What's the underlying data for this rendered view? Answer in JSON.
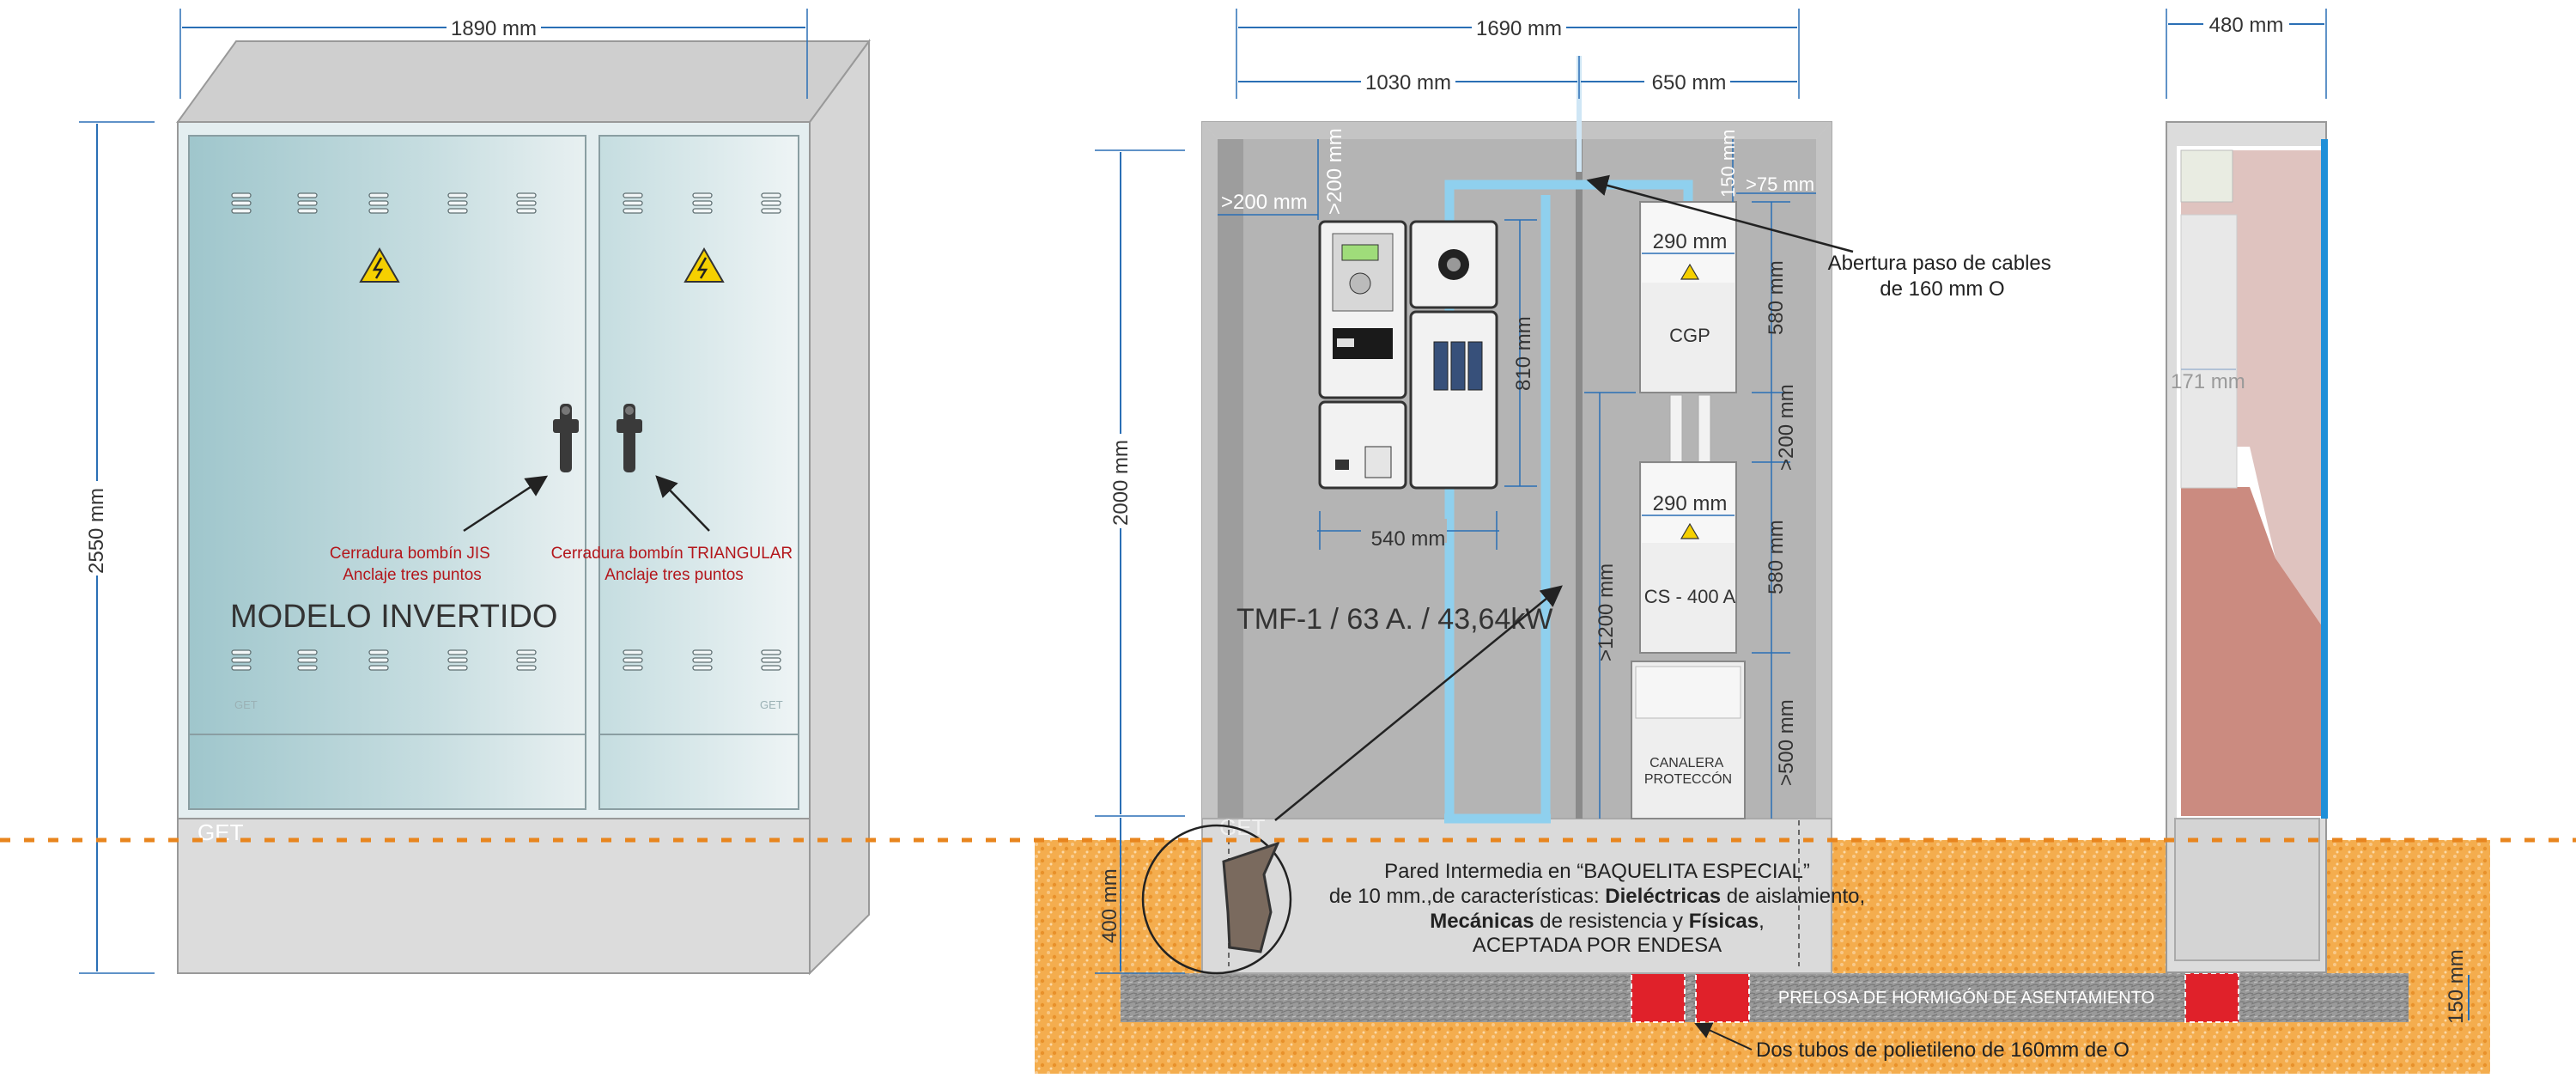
{
  "front": {
    "width_label": "1890 mm",
    "height_label": "2550 mm",
    "title": "MODELO INVERTIDO",
    "lock_left": [
      "Cerradura bombín JIS",
      "Anclaje tres puntos"
    ],
    "lock_right": [
      "Cerradura bombín TRIANGULAR",
      "Anclaje tres puntos"
    ],
    "brand_small": "GET",
    "brand_base": "GET"
  },
  "interior": {
    "total_width": "1690 mm",
    "left_width": "1030 mm",
    "right_width": "650 mm",
    "height_2000": "2000 mm",
    "height_400": "400 mm",
    "top_gap": ">200 mm",
    "side_gap": ">200 mm",
    "meter_height": "810 mm",
    "meter_width": "540 mm",
    "gap_150": "150 mm",
    "gap_75": ">75 mm",
    "cgp_width": "290 mm",
    "cgp_height": "580 mm",
    "cgp_label": "CGP",
    "mid_gap": ">200 mm",
    "cs_width": "290 mm",
    "cs_height": "580 mm",
    "cs_label": "CS - 400 A",
    "channel_height": ">1200 mm",
    "canal_gap": ">500 mm",
    "canalera_lines": [
      "CANALERA",
      "PROTECCÓN"
    ],
    "tmf_label": "TMF-1 / 63 A. / 43,64kW",
    "brand_base": "GET",
    "opening_note": [
      "Abertura paso de cables",
      "de 160 mm O"
    ]
  },
  "wall_note": {
    "line1": "Pared Intermedia en “BAQUELITA ESPECIAL”",
    "line2a": "de 10 mm.,de características: ",
    "line2b": "Dieléctricas",
    "line2c": " de aislamiento,",
    "line3a": "Mecánicas",
    "line3b": " de resistencia y ",
    "line3c": "Físicas",
    "line3d": ",",
    "line4": "ACEPTADA POR ENDESA"
  },
  "ground": {
    "slab_label": "PRELOSA DE HORMIGÓN DE ASENTAMIENTO",
    "tubes_label": "Dos tubos de polietileno de 160mm de O",
    "slab_height": "150 mm"
  },
  "side": {
    "depth": "480 mm",
    "inner_depth": "171 mm"
  },
  "colors": {
    "dimension": "#2a6fb5",
    "cable_channel": "#8fd0ee",
    "ground_sand": "#f2a341",
    "ground_line": "#e8851e",
    "tube_red": "#e0212a",
    "warning_yellow": "#f5d000",
    "side_blue": "#1f8fd8",
    "lock_text_red": "#b3161b"
  }
}
